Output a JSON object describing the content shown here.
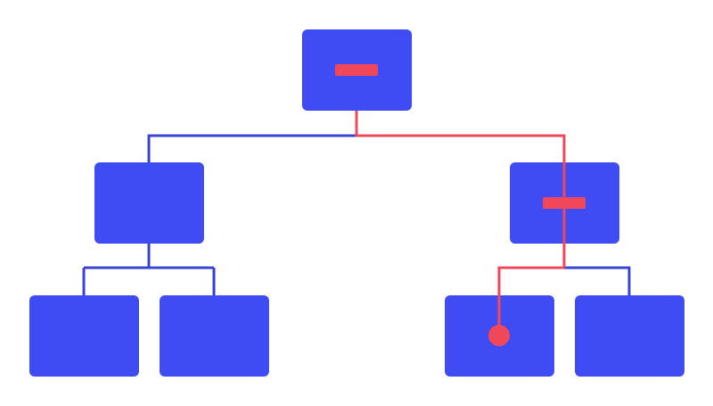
{
  "diagram": {
    "type": "tree",
    "colors": {
      "background": "#ffffff",
      "node_fill": "#3F4CF4",
      "connector_default": "#3A43D8",
      "highlight": "#F0485A"
    },
    "nodes": [
      {
        "id": "root",
        "label": "",
        "marker": "minus"
      },
      {
        "id": "left",
        "label": "",
        "parent": "root"
      },
      {
        "id": "right",
        "label": "",
        "parent": "root",
        "marker": "minus"
      },
      {
        "id": "left-left",
        "label": "",
        "parent": "left"
      },
      {
        "id": "left-right",
        "label": "",
        "parent": "left"
      },
      {
        "id": "right-left",
        "label": "",
        "parent": "right",
        "marker": "dot"
      },
      {
        "id": "right-right",
        "label": "",
        "parent": "right"
      }
    ],
    "highlighted_path": [
      "root",
      "right",
      "right-left"
    ]
  }
}
